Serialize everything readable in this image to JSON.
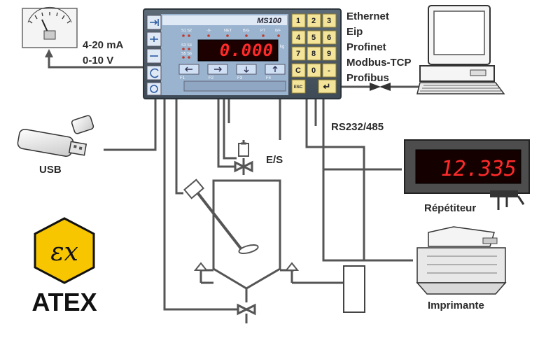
{
  "device": {
    "model": "MS100",
    "display_value": "0.000",
    "unit": "kg",
    "status_labels": [
      "S1 S2",
      "-0-",
      "NET",
      "B/G",
      "PT",
      "0/F"
    ],
    "setpoint_labels": [
      "S3 S4",
      "S5 S6"
    ],
    "function_keys": [
      "F1",
      "F2",
      "F3",
      "F4"
    ],
    "keypad": [
      "1",
      "2",
      "3",
      "4",
      "5",
      "6",
      "7",
      "8",
      "9",
      "C",
      "0",
      "-",
      "ESC",
      "↵"
    ]
  },
  "outputs": {
    "analog": [
      "4-20 mA",
      "0-10 V"
    ],
    "network": [
      "Ethernet",
      "Eip",
      "Profinet",
      "Modbus-TCP",
      "Profibus"
    ],
    "serial": "RS232/485",
    "io": "E/S",
    "usb": "USB"
  },
  "repeater": {
    "value": "12.335",
    "label": "Répétiteur"
  },
  "printer": {
    "label": "Imprimante"
  },
  "atex": {
    "symbol": "εx",
    "label": "ATEX"
  },
  "colors": {
    "led_red": "#ff2a2a",
    "panel_blue": "#cfe0f5",
    "keypad_yellow": "#f3e49a",
    "atex_yellow": "#f7c600",
    "line": "#555555"
  }
}
